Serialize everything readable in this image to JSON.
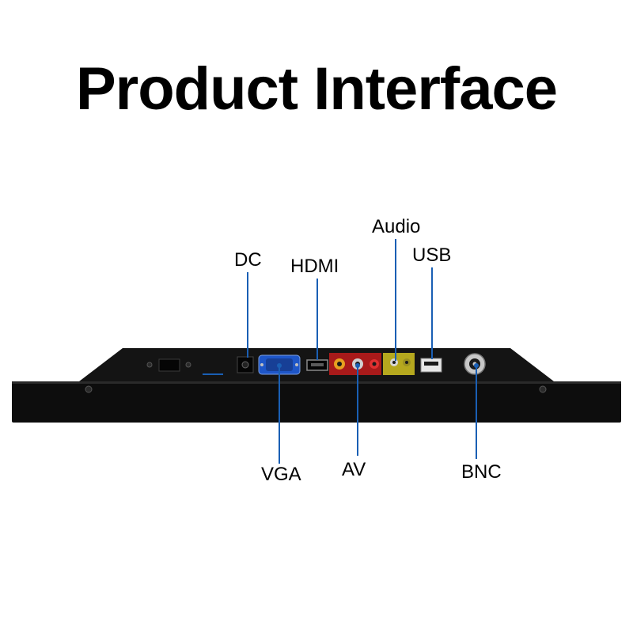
{
  "title": "Product Interface",
  "ports": {
    "dc": "DC",
    "hdmi": "HDMI",
    "audio": "Audio",
    "usb": "USB",
    "vga": "VGA",
    "av": "AV",
    "bnc": "BNC"
  },
  "colors": {
    "leader": "#1a5fb4",
    "vga_connector": "#1e56c8",
    "av_panel": "#a81a1a",
    "audio_panel": "#b5a81e"
  }
}
